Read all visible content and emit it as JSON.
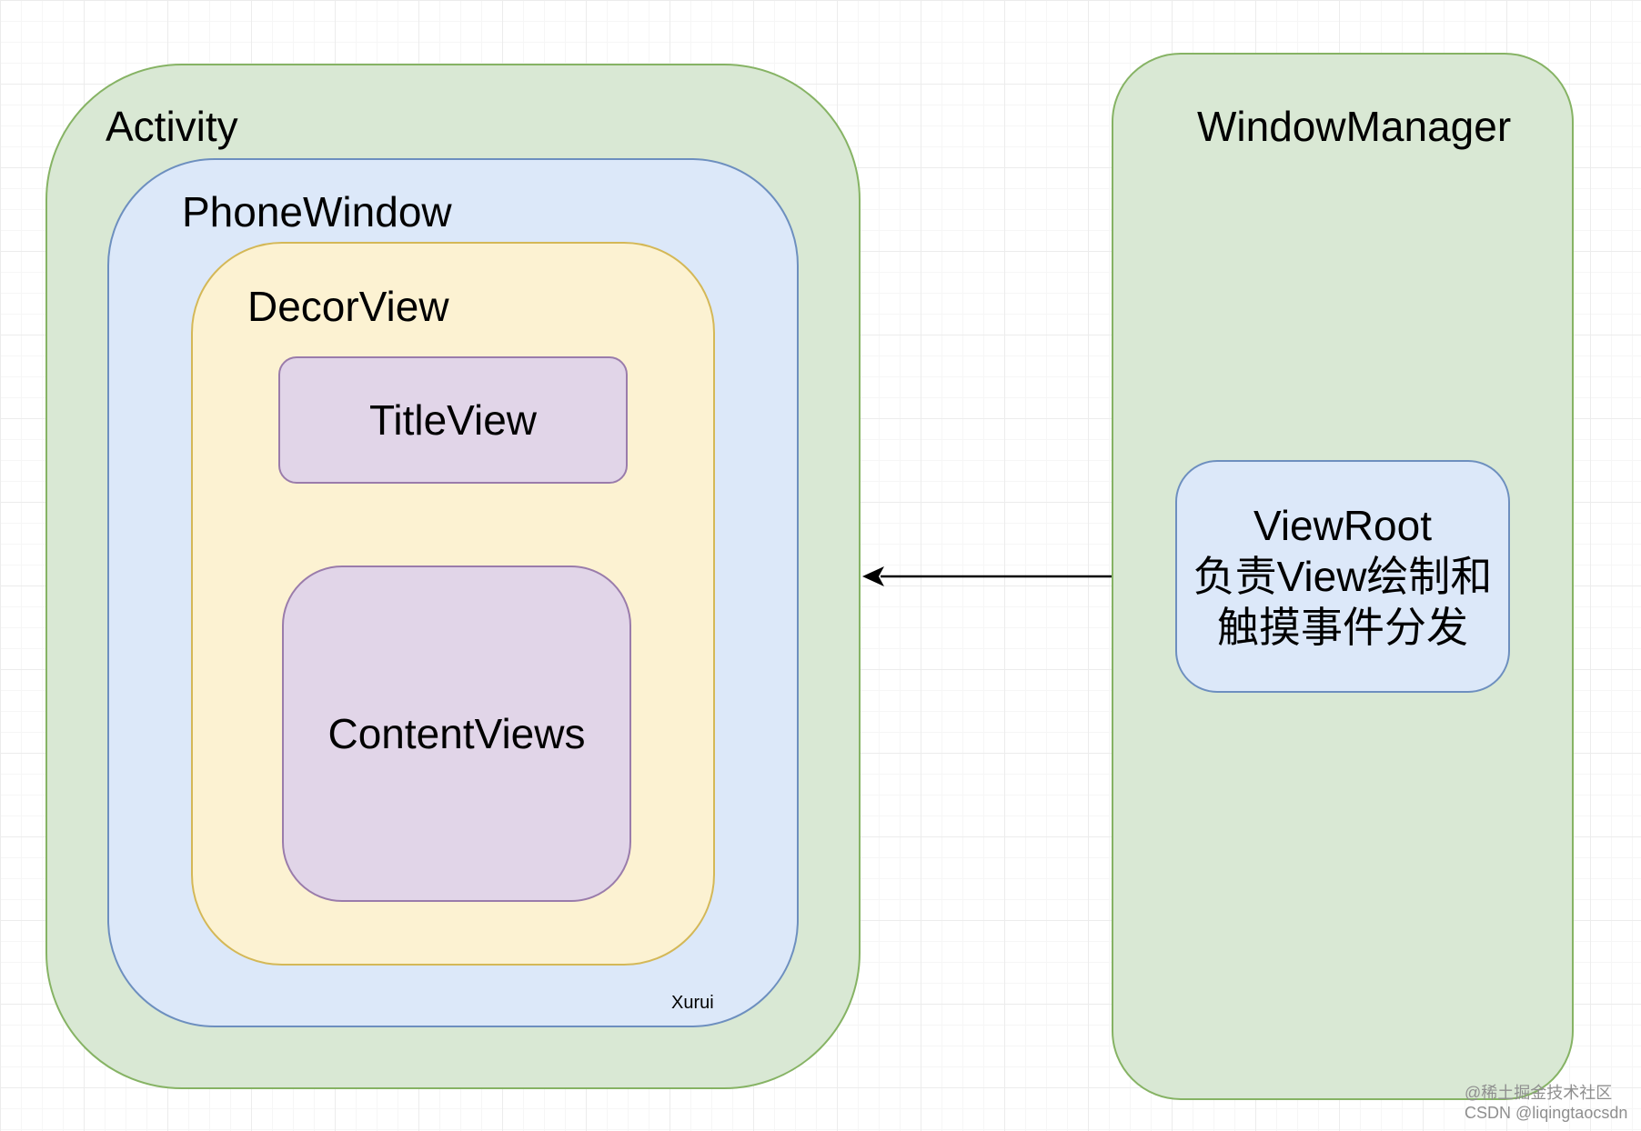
{
  "activity": {
    "label": "Activity"
  },
  "phone_window": {
    "label": "PhoneWindow",
    "footnote": "Xurui"
  },
  "decor_view": {
    "label": "DecorView"
  },
  "title_view": {
    "label": "TitleView"
  },
  "content_views": {
    "label": "ContentViews"
  },
  "window_manager": {
    "label": "WindowManager"
  },
  "view_root": {
    "lines": [
      "ViewRoot",
      "负责View绘制和",
      "触摸事件分发"
    ]
  },
  "watermark": {
    "line1": "@稀土掘金技术社区",
    "line2": "CSDN @liqingtaocsdn"
  },
  "colors": {
    "green_fill": "#d9e8d4",
    "green_stroke": "#86b364",
    "blue_fill": "#dce8f9",
    "blue_stroke": "#6d8fbf",
    "yellow_fill": "#fcf2d2",
    "yellow_stroke": "#d4b857",
    "purple_fill": "#e1d5e8",
    "purple_stroke": "#9a7cab"
  }
}
